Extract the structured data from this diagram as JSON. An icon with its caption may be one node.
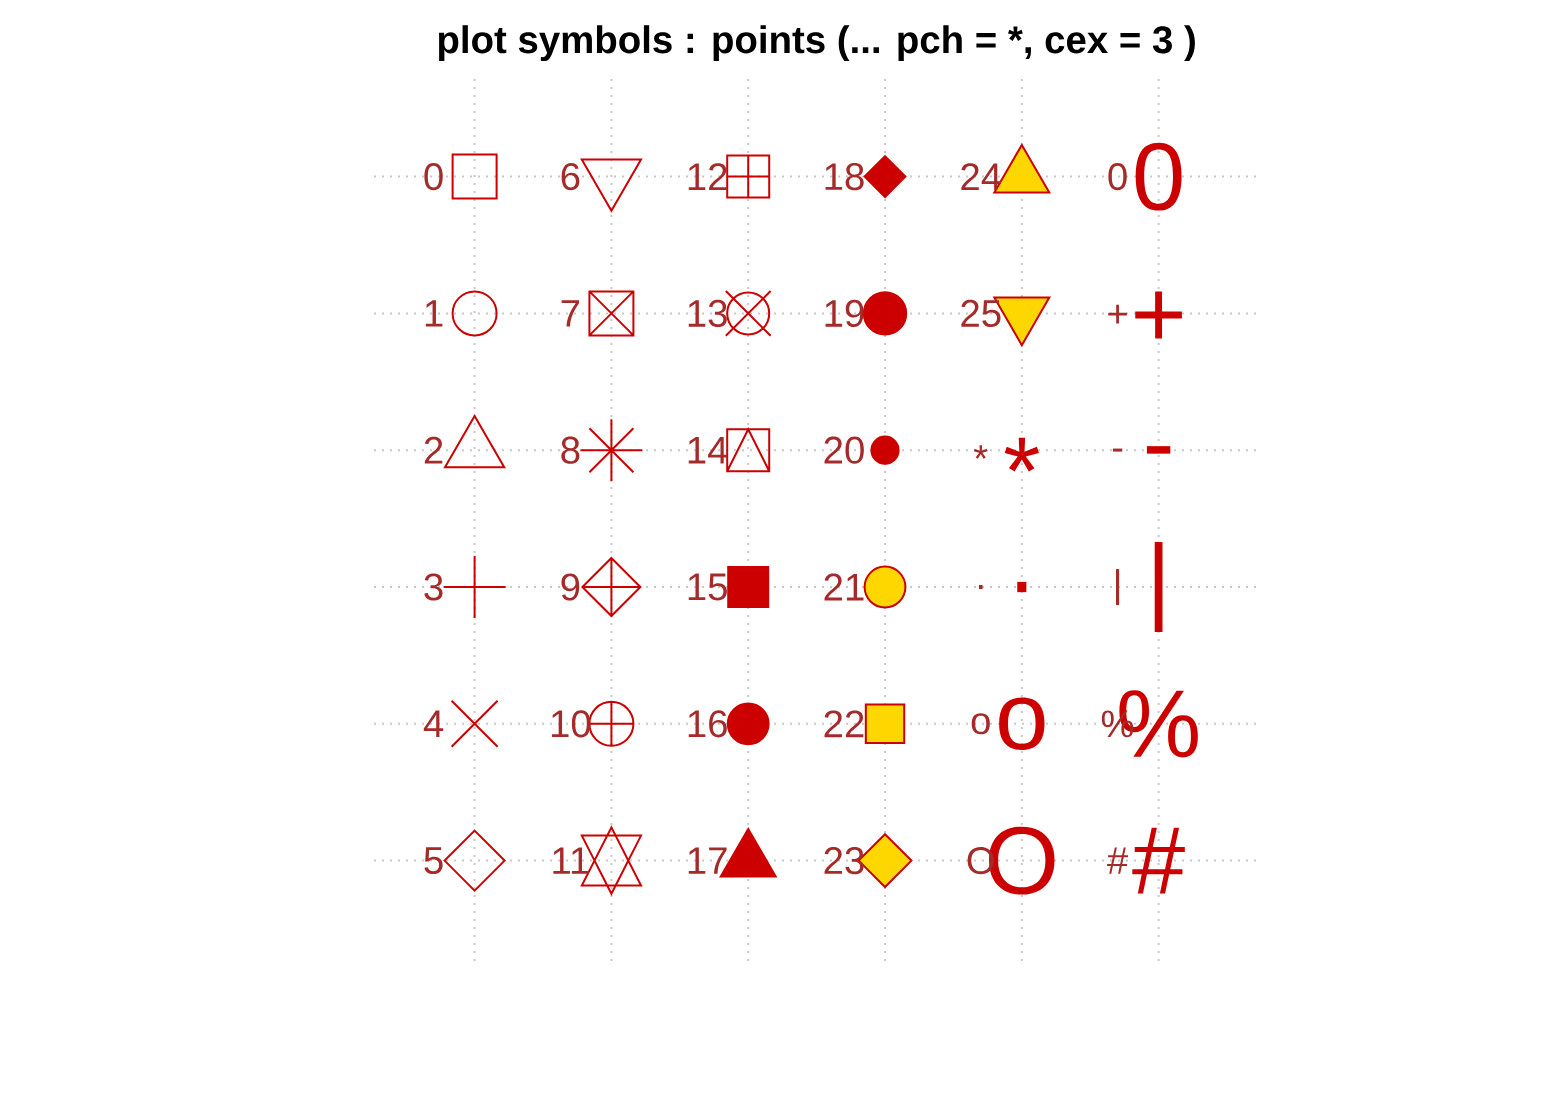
{
  "diagram": {
    "title": "plot symbols :  points (...  pch = *, cex = 3 )",
    "labels": [
      "0",
      "6",
      "12",
      "18",
      "24",
      "0",
      "0",
      "1",
      "7",
      "13",
      "19",
      "25",
      "+",
      "+",
      "2",
      "8",
      "14",
      "20",
      "*",
      "*",
      "-",
      "-",
      "3",
      "9",
      "15",
      "21",
      ".",
      ".",
      "|",
      "|",
      "4",
      "10",
      "16",
      "22",
      "o",
      "o",
      "%",
      "%",
      "5",
      "11",
      "17",
      "23",
      "O",
      "O",
      "#",
      "#"
    ]
  }
}
